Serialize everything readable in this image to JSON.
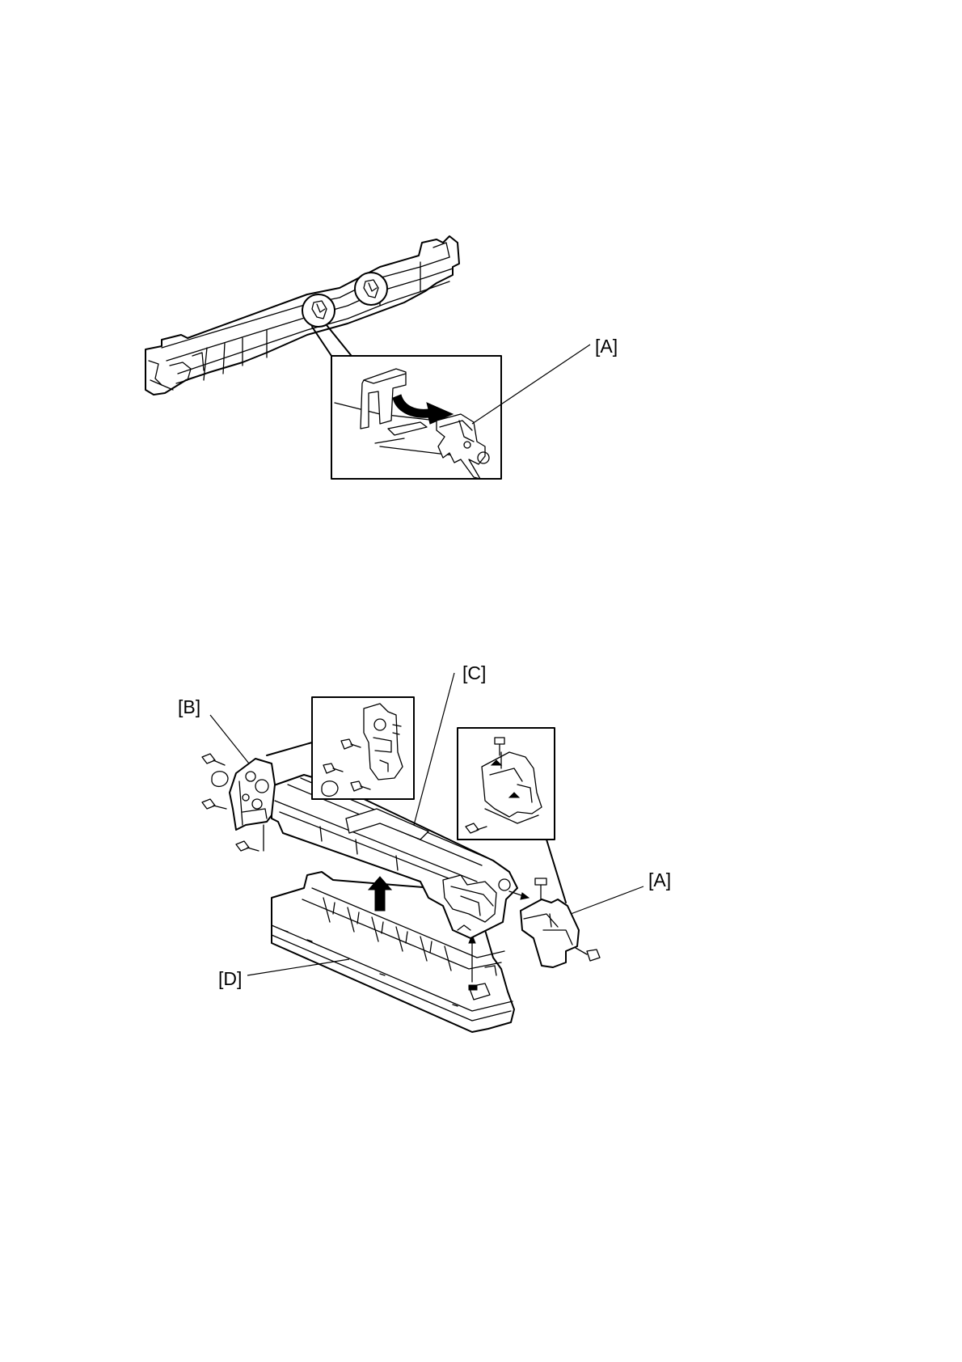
{
  "figure_top": {
    "callouts": {
      "a": "[A]"
    }
  },
  "figure_bottom": {
    "callouts": {
      "a": "[A]",
      "b": "[B]",
      "c": "[C]",
      "d": "[D]"
    }
  }
}
